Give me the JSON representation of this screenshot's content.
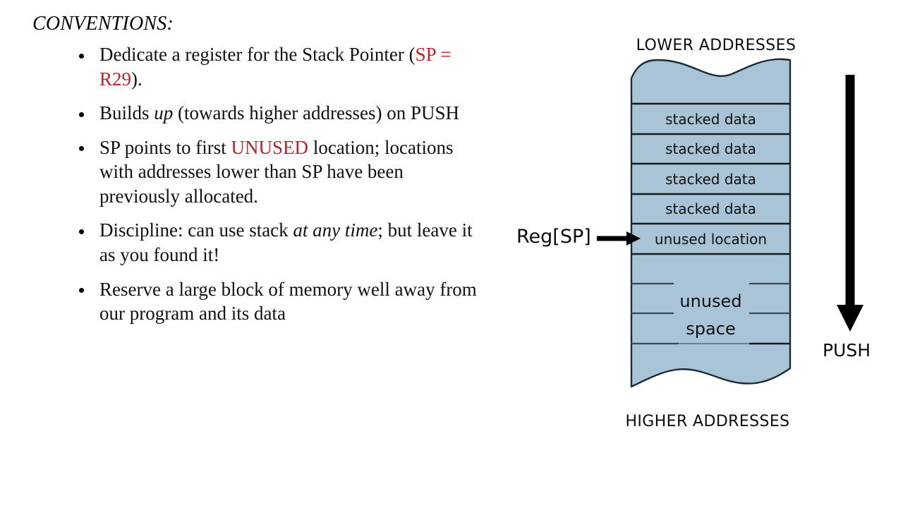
{
  "slide": {
    "title": "CONVENTIONS:",
    "bullets": [
      {
        "id": "dedicate-register",
        "parts": [
          {
            "text": "Dedicate a register for the Stack Pointer (",
            "style": "normal"
          },
          {
            "text": "SP = R29",
            "style": "highlight"
          },
          {
            "text": ").",
            "style": "normal"
          }
        ]
      },
      {
        "id": "builds-up",
        "parts": [
          {
            "text": "Builds ",
            "style": "normal"
          },
          {
            "text": "up",
            "style": "italic"
          },
          {
            "text": " (towards higher addresses) on PUSH",
            "style": "normal"
          }
        ]
      },
      {
        "id": "sp-points-unused",
        "parts": [
          {
            "text": "SP points to first ",
            "style": "normal"
          },
          {
            "text": "UNUSED",
            "style": "highlight"
          },
          {
            "text": " location; locations with addresses lower than SP have been previously allocated.",
            "style": "normal"
          }
        ]
      },
      {
        "id": "discipline",
        "parts": [
          {
            "text": "Discipline: can use stack ",
            "style": "normal"
          },
          {
            "text": "at any time",
            "style": "italic"
          },
          {
            "text": "; but leave it as you found it!",
            "style": "normal"
          }
        ]
      },
      {
        "id": "reserve-block",
        "parts": [
          {
            "text": "Reserve a large block of memory well away from our program and its data",
            "style": "normal"
          }
        ]
      }
    ]
  },
  "diagram": {
    "top_label": "LOWER ADDRESSES",
    "bottom_label": "HIGHER ADDRESSES",
    "pointer_label": "Reg[SP]",
    "push_label": "PUSH",
    "cells": [
      {
        "label": "",
        "kind": "blank-top"
      },
      {
        "label": "stacked data",
        "kind": "stacked"
      },
      {
        "label": "stacked data",
        "kind": "stacked"
      },
      {
        "label": "stacked data",
        "kind": "stacked"
      },
      {
        "label": "stacked data",
        "kind": "stacked"
      },
      {
        "label": "unused location",
        "kind": "unused-location"
      },
      {
        "label": "",
        "kind": "blank"
      },
      {
        "label": "unused",
        "kind": "unused-space"
      },
      {
        "label": "space",
        "kind": "unused-space"
      },
      {
        "label": "",
        "kind": "blank-bottom"
      }
    ],
    "colors": {
      "stack_fill": "#a8c4d6",
      "stack_stroke": "#1b2a33",
      "highlight_red": "#c0202a",
      "arrow_black": "#000000",
      "background": "#ffffff"
    }
  }
}
